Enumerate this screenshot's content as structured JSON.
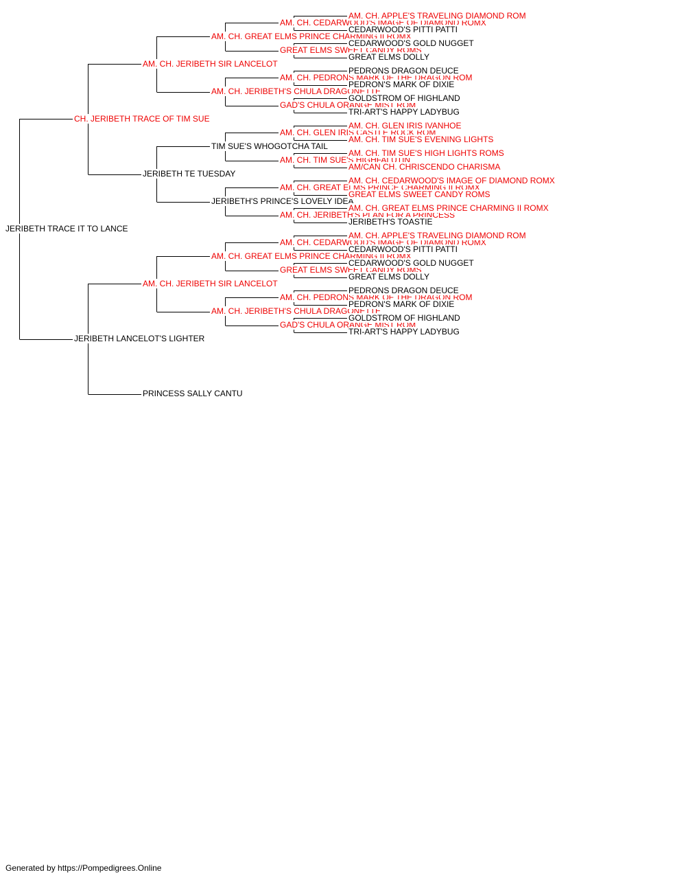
{
  "colors": {
    "champion": "#ee0000",
    "regular": "#000000",
    "line": "#000000"
  },
  "pedigree": {
    "name": "JERIBETH TRACE IT TO LANCE",
    "champion": false,
    "sire": {
      "name": "CH. JERIBETH TRACE OF TIM SUE",
      "champion": true,
      "sire": {
        "name": "AM. CH. JERIBETH SIR LANCELOT",
        "champion": true,
        "sire": {
          "name": "AM. CH. GREAT ELMS PRINCE CHARMING II ROMX",
          "champion": true,
          "sire": {
            "name": "AM. CH. CEDARWOOD'S IMAGE OF DIAMOND ROMX",
            "champion": true,
            "sire": {
              "name": "AM. CH. APPLE'S TRAVELING DIAMOND ROM",
              "champion": true
            },
            "dam": {
              "name": "CEDARWOOD'S PITTI PATTI",
              "champion": false
            }
          },
          "dam": {
            "name": "GREAT ELMS SWEET CANDY ROMS",
            "champion": true,
            "sire": {
              "name": "CEDARWOOD'S GOLD NUGGET",
              "champion": false
            },
            "dam": {
              "name": "GREAT ELMS DOLLY",
              "champion": false
            }
          }
        },
        "dam": {
          "name": "AM. CH. JERIBETH'S CHULA DRAGONETTE",
          "champion": true,
          "sire": {
            "name": "AM. CH. PEDRONS MARK OF THE DRAGON ROM",
            "champion": true,
            "sire": {
              "name": "PEDRONS DRAGON DEUCE",
              "champion": false
            },
            "dam": {
              "name": "PEDRON'S MARK OF DIXIE",
              "champion": false
            }
          },
          "dam": {
            "name": "GAD'S CHULA ORANGE MIST ROM",
            "champion": true,
            "sire": {
              "name": "GOLDSTROM OF HIGHLAND",
              "champion": false
            },
            "dam": {
              "name": "TRI-ART'S HAPPY LADYBUG",
              "champion": false
            }
          }
        }
      },
      "dam": {
        "name": "JERIBETH TE TUESDAY",
        "champion": false,
        "sire": {
          "name": "TIM SUE'S WHOGOTCHA TAIL",
          "champion": false,
          "sire": {
            "name": "AM. CH. GLEN IRIS CASTLE ROCK ROM",
            "champion": true,
            "sire": {
              "name": "AM. CH. GLEN IRIS IVANHOE",
              "champion": true
            },
            "dam": {
              "name": "AM. CH. TIM SUE'S EVENING LIGHTS",
              "champion": true
            }
          },
          "dam": {
            "name": "AM. CH. TIM SUE'S HIGHFALUTIN",
            "champion": true,
            "sire": {
              "name": "AM. CH. TIM SUE'S HIGH LIGHTS ROMS",
              "champion": true
            },
            "dam": {
              "name": "AM/CAN CH. CHRISCENDO CHARISMA",
              "champion": true
            }
          }
        },
        "dam": {
          "name": "JERIBETH'S PRINCE'S LOVELY IDEA",
          "champion": false,
          "sire": {
            "name": "AM. CH. GREAT ELMS PRINCE CHARMING II ROMX",
            "champion": true,
            "sire": {
              "name": "AM. CH. CEDARWOOD'S IMAGE OF DIAMOND ROMX",
              "champion": true
            },
            "dam": {
              "name": "GREAT ELMS SWEET CANDY ROMS",
              "champion": true
            }
          },
          "dam": {
            "name": "AM. CH. JERIBETH'S PLAN FOR A PRINCESS",
            "champion": true,
            "sire": {
              "name": "AM. CH. GREAT ELMS PRINCE CHARMING II ROMX",
              "champion": true
            },
            "dam": {
              "name": "JERIBETH'S TOASTIE",
              "champion": false
            }
          }
        }
      }
    },
    "dam": {
      "name": "JERIBETH LANCELOT'S LIGHTER",
      "champion": false,
      "sire": {
        "name": "AM. CH. JERIBETH SIR LANCELOT",
        "champion": true,
        "sire": {
          "name": "AM. CH. GREAT ELMS PRINCE CHARMING II ROMX",
          "champion": true,
          "sire": {
            "name": "AM. CH. CEDARWOOD'S IMAGE OF DIAMOND ROMX",
            "champion": true,
            "sire": {
              "name": "AM. CH. APPLE'S TRAVELING DIAMOND ROM",
              "champion": true
            },
            "dam": {
              "name": "CEDARWOOD'S PITTI PATTI",
              "champion": false
            }
          },
          "dam": {
            "name": "GREAT ELMS SWEET CANDY ROMS",
            "champion": true,
            "sire": {
              "name": "CEDARWOOD'S GOLD NUGGET",
              "champion": false
            },
            "dam": {
              "name": "GREAT ELMS DOLLY",
              "champion": false
            }
          }
        },
        "dam": {
          "name": "AM. CH. JERIBETH'S CHULA DRAGONETTE",
          "champion": true,
          "sire": {
            "name": "AM. CH. PEDRONS MARK OF THE DRAGON ROM",
            "champion": true,
            "sire": {
              "name": "PEDRONS DRAGON DEUCE",
              "champion": false
            },
            "dam": {
              "name": "PEDRON'S MARK OF DIXIE",
              "champion": false
            }
          },
          "dam": {
            "name": "GAD'S CHULA ORANGE MIST ROM",
            "champion": true,
            "sire": {
              "name": "GOLDSTROM OF HIGHLAND",
              "champion": false
            },
            "dam": {
              "name": "TRI-ART'S HAPPY LADYBUG",
              "champion": false
            }
          }
        }
      },
      "dam": {
        "name": "PRINCESS SALLY CANTU",
        "champion": false
      }
    }
  },
  "footer": {
    "text": "Generated by https://Pompedigrees.Online"
  }
}
